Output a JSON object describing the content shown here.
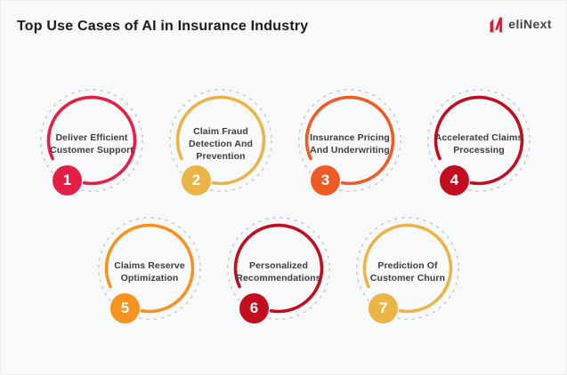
{
  "title": "Top Use Cases of AI in Insurance Industry",
  "logo": {
    "text": "eliNext"
  },
  "items": [
    {
      "number": "1",
      "label": "Deliver Efficient Customer Support",
      "color": "#E41E44"
    },
    {
      "number": "2",
      "label": "Claim Fraud Detection And Prevention",
      "color": "#EAB546"
    },
    {
      "number": "3",
      "label": "Insurance Pricing And Underwriting",
      "color": "#F05A24"
    },
    {
      "number": "4",
      "label": "Accelerated Claims Processing",
      "color": "#C10D1E"
    },
    {
      "number": "5",
      "label": "Claims Reserve Optimization",
      "color": "#F6921E"
    },
    {
      "number": "6",
      "label": "Personalized Recommendations",
      "color": "#C10D1E"
    },
    {
      "number": "7",
      "label": "Prediction Of Customer Churn",
      "color": "#EAB546"
    }
  ],
  "colors": {
    "background": "#F8F9FA",
    "title_text": "#1A1A1E",
    "label_text": "#3A3D42",
    "badge_text": "#FFFFFF",
    "dashed_ring": "#C4CAD2",
    "logo_red": "#E31837",
    "logo_text": "#454549"
  }
}
